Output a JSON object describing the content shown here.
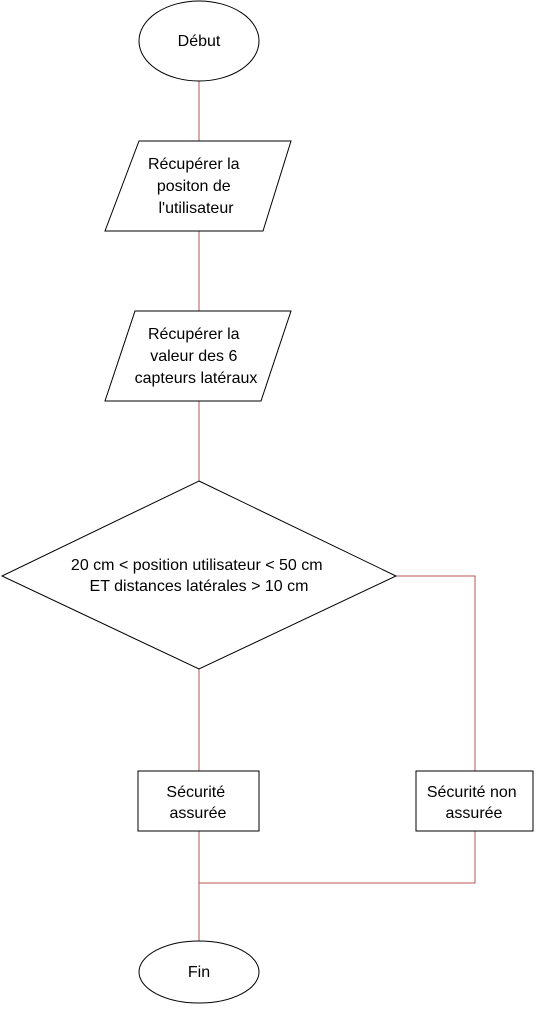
{
  "flowchart": {
    "nodes": {
      "start": {
        "label": "Début"
      },
      "get_position": {
        "lines": [
          "Récupérer la",
          "positon de",
          "l'utilisateur"
        ]
      },
      "get_sensors": {
        "lines": [
          "Récupérer la",
          "valeur des 6",
          "capteurs latéraux"
        ]
      },
      "decision": {
        "lines": [
          "20 cm < position utilisateur < 50 cm",
          "ET distances latérales > 10 cm"
        ]
      },
      "safe": {
        "lines": [
          "Sécurité",
          "assurée"
        ]
      },
      "unsafe": {
        "lines": [
          "Sécurité non",
          "assurée"
        ]
      },
      "end": {
        "label": "Fin"
      }
    },
    "colors": {
      "connector": "#b85450",
      "shape_stroke": "#000000",
      "shape_fill": "#ffffff"
    }
  }
}
